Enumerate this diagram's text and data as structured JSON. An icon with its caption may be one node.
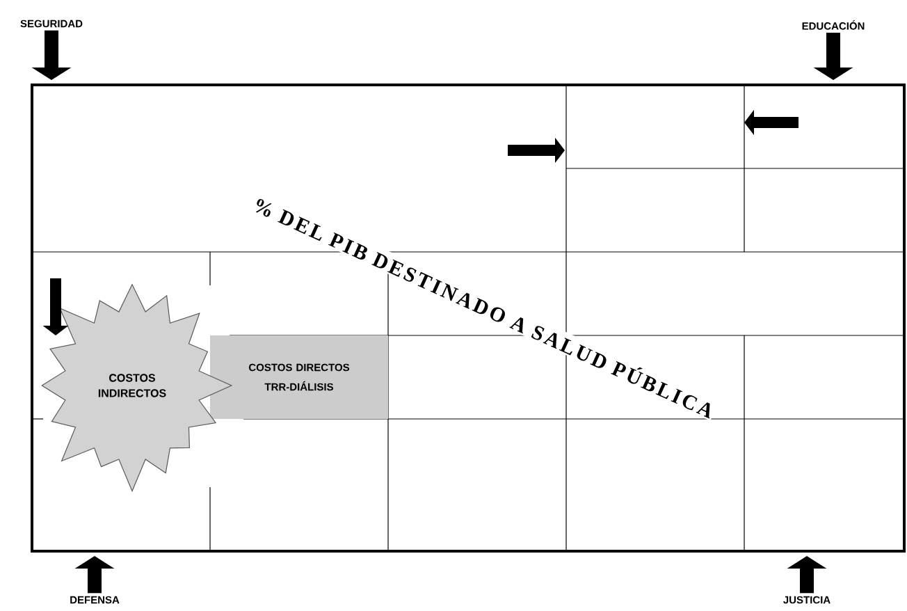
{
  "diagram": {
    "nodes": [
      {
        "text": [
          "% DEL PIB DESTINADO A SALUD PÚBLICA"
        ]
      },
      {
        "text": [
          "COSTOS INDIRECTOS"
        ],
        "in": 0
      },
      {
        "text": [
          "COSTOS DIRECTOS TRR-DIÁLISIS"
        ],
        "in": 0
      },
      {
        "text": [
          "SEGURIDAD"
        ]
      },
      {
        "text": [
          "EDUCACIÓN"
        ]
      },
      {
        "text": [
          "DEFENSA"
        ]
      },
      {
        "text": [
          "JUSTICIA"
        ]
      }
    ],
    "edges": [
      {
        "from": 3,
        "to": 0,
        "arrow": "to"
      },
      {
        "from": 4,
        "to": 0,
        "arrow": "to"
      },
      {
        "from": 5,
        "to": 0,
        "arrow": "to"
      },
      {
        "from": 6,
        "to": 0,
        "arrow": "to"
      }
    ]
  }
}
